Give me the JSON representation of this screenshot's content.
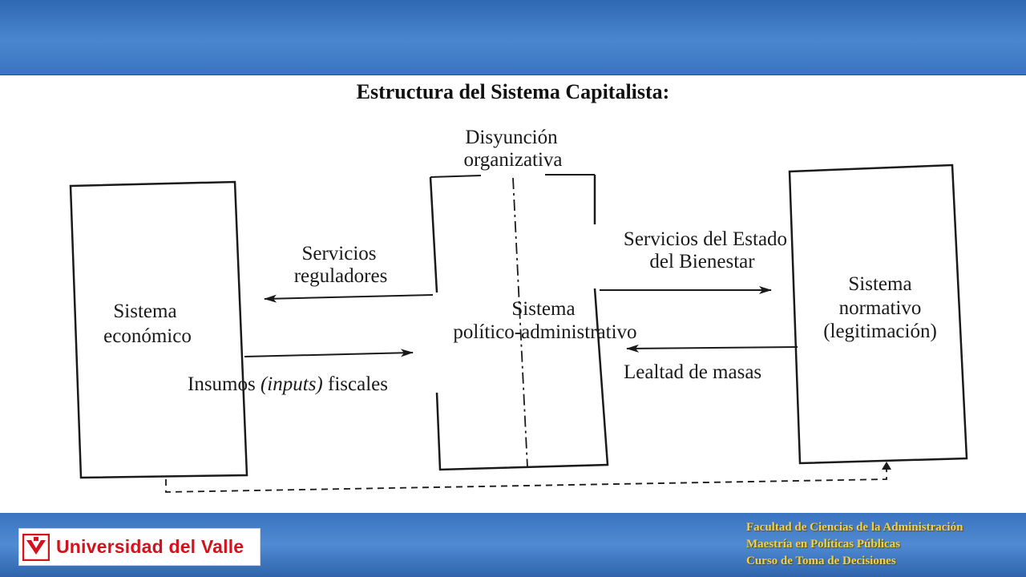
{
  "title": "Estructura del Sistema Capitalista:",
  "diagram": {
    "left_box": [
      "Sistema",
      "económico"
    ],
    "center_top_label": [
      "Disyunción",
      "organizativa"
    ],
    "center_box": [
      "Sistema",
      "político-administrativo"
    ],
    "right_box": [
      "Sistema",
      "normativo",
      "(legitimación)"
    ],
    "arrow_regulatory": [
      "Servicios",
      "reguladores"
    ],
    "arrow_fiscal": {
      "before": "Insumos ",
      "italic": "(inputs)",
      "after": " fiscales"
    },
    "arrow_welfare": [
      "Servicios del Estado",
      "del Bienestar"
    ],
    "arrow_loyalty": "Lealtad de masas"
  },
  "footer": {
    "logo_text": "Universidad del Valle",
    "lines": [
      "Facultad de Ciencias de la Administración",
      "Maestría en Políticas Públicas",
      "Curso de Toma de Decisiones"
    ]
  },
  "colors": {
    "header_blue": "#3a74c1",
    "footer_text": "#f2d04a",
    "logo_red": "#d3121b"
  }
}
